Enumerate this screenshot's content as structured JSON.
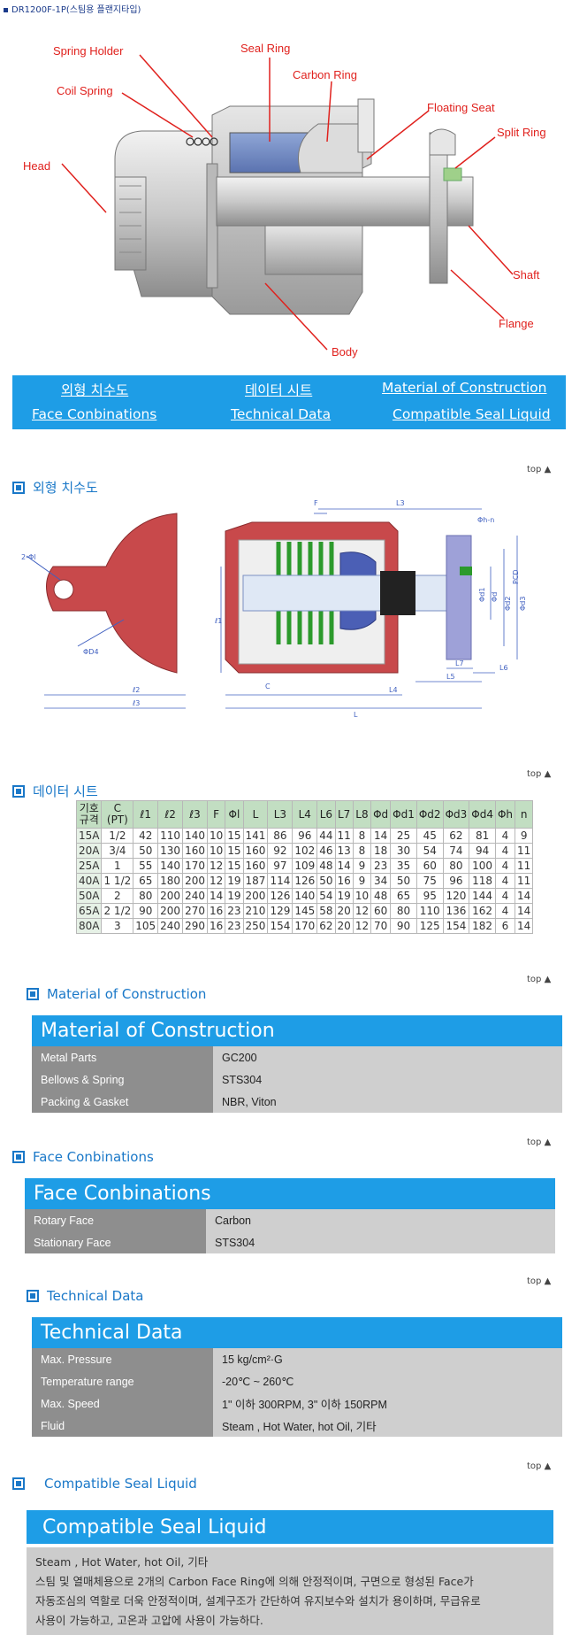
{
  "page_title": "DR1200F-1P(스팀용 플랜지타입)",
  "diagram_labels": {
    "spring_holder": "Spring Holder",
    "seal_ring": "Seal Ring",
    "carbon_ring": "Carbon Ring",
    "coil_spring": "Coil Spring",
    "floating_seat": "Floating Seat",
    "split_ring": "Split Ring",
    "head": "Head",
    "shaft": "Shaft",
    "flange": "Flange",
    "body": "Body"
  },
  "nav": {
    "dimensions": "외형 치수도",
    "data_sheet": "데이터 시트",
    "material": "Material of Construction",
    "face": "Face Conbinations",
    "technical": "Technical Data",
    "seal_liquid": "Compatible Seal Liquid"
  },
  "top_label": "top ▲",
  "sections": {
    "dimensions": "외형 치수도",
    "data_sheet": "데이터 시트",
    "material": "Material of Construction",
    "face": "Face Conbinations",
    "technical": "Technical Data",
    "seal_liquid": "Compatible Seal Liquid"
  },
  "drawing_labels": {
    "l3_top": "L3",
    "f_top": "F",
    "phi_h_n": "Φh-n",
    "two_phi": "2-Φl",
    "phi_d4": "ΦD4",
    "l1": "ℓ1",
    "l2": "ℓ2",
    "l3": "ℓ3",
    "c": "C",
    "l": "L",
    "l4": "L4",
    "l5": "L5",
    "l6": "L6",
    "l7": "L7",
    "d1": "Φd1",
    "d": "Φd",
    "d2": "Φd2",
    "d3": "Φd3",
    "pcd": "PCD"
  },
  "data_table": {
    "headers": [
      "기호\n규격",
      "C\n(PT)",
      "ℓ1",
      "ℓ2",
      "ℓ3",
      "F",
      "Φl",
      "L",
      "L3",
      "L4",
      "L6",
      "L7",
      "L8",
      "Φd",
      "Φd1",
      "Φd2",
      "Φd3",
      "Φd4",
      "Φh",
      "n"
    ],
    "rows": [
      [
        "15A",
        "1/2",
        "42",
        "110",
        "140",
        "10",
        "15",
        "141",
        "86",
        "96",
        "44",
        "11",
        "8",
        "14",
        "25",
        "45",
        "62",
        "81",
        "4",
        "9"
      ],
      [
        "20A",
        "3/4",
        "50",
        "130",
        "160",
        "10",
        "15",
        "160",
        "92",
        "102",
        "46",
        "13",
        "8",
        "18",
        "30",
        "54",
        "74",
        "94",
        "4",
        "11"
      ],
      [
        "25A",
        "1",
        "55",
        "140",
        "170",
        "12",
        "15",
        "160",
        "97",
        "109",
        "48",
        "14",
        "9",
        "23",
        "35",
        "60",
        "80",
        "100",
        "4",
        "11"
      ],
      [
        "40A",
        "1 1/2",
        "65",
        "180",
        "200",
        "12",
        "19",
        "187",
        "114",
        "126",
        "50",
        "16",
        "9",
        "34",
        "50",
        "75",
        "96",
        "118",
        "4",
        "11"
      ],
      [
        "50A",
        "2",
        "80",
        "200",
        "240",
        "14",
        "19",
        "200",
        "126",
        "140",
        "54",
        "19",
        "10",
        "48",
        "65",
        "95",
        "120",
        "144",
        "4",
        "14"
      ],
      [
        "65A",
        "2 1/2",
        "90",
        "200",
        "270",
        "16",
        "23",
        "210",
        "129",
        "145",
        "58",
        "20",
        "12",
        "60",
        "80",
        "110",
        "136",
        "162",
        "4",
        "14"
      ],
      [
        "80A",
        "3",
        "105",
        "240",
        "290",
        "16",
        "23",
        "250",
        "154",
        "170",
        "62",
        "20",
        "12",
        "70",
        "90",
        "125",
        "154",
        "182",
        "6",
        "14"
      ]
    ]
  },
  "material": {
    "title": "Material of Construction",
    "rows": [
      {
        "key": "Metal Parts",
        "value": "GC200"
      },
      {
        "key": "Bellows & Spring",
        "value": "STS304"
      },
      {
        "key": "Packing & Gasket",
        "value": "NBR, Viton"
      }
    ]
  },
  "face": {
    "title": "Face Conbinations",
    "rows": [
      {
        "key": "Rotary Face",
        "value": "Carbon"
      },
      {
        "key": "Stationary Face",
        "value": "STS304"
      }
    ]
  },
  "technical": {
    "title": "Technical Data",
    "rows": [
      {
        "key": "Max. Pressure",
        "value": "15 kg/cm²·G"
      },
      {
        "key": "Temperature range",
        "value": "-20℃ ~ 260℃"
      },
      {
        "key": "Max. Speed",
        "value": "1\" 이하 300RPM,  3\" 이하 150RPM"
      },
      {
        "key": "Fluid",
        "value": "Steam , Hot Water, hot Oil, 기타"
      }
    ]
  },
  "seal_liquid": {
    "title": "Compatible Seal Liquid",
    "lines": [
      "Steam , Hot Water, hot Oil, 기타",
      "스팀 및 열매체용으로 2개의 Carbon Face Ring에 의해 안정적이며, 구면으로 형성된 Face가",
      "자동조심의 역할로 더욱 안정적이며, 설계구조가 간단하여 유지보수와 설치가 용이하며, 무급유로",
      "사용이 가능하고, 고온과 고압에 사용이 가능하다."
    ]
  }
}
